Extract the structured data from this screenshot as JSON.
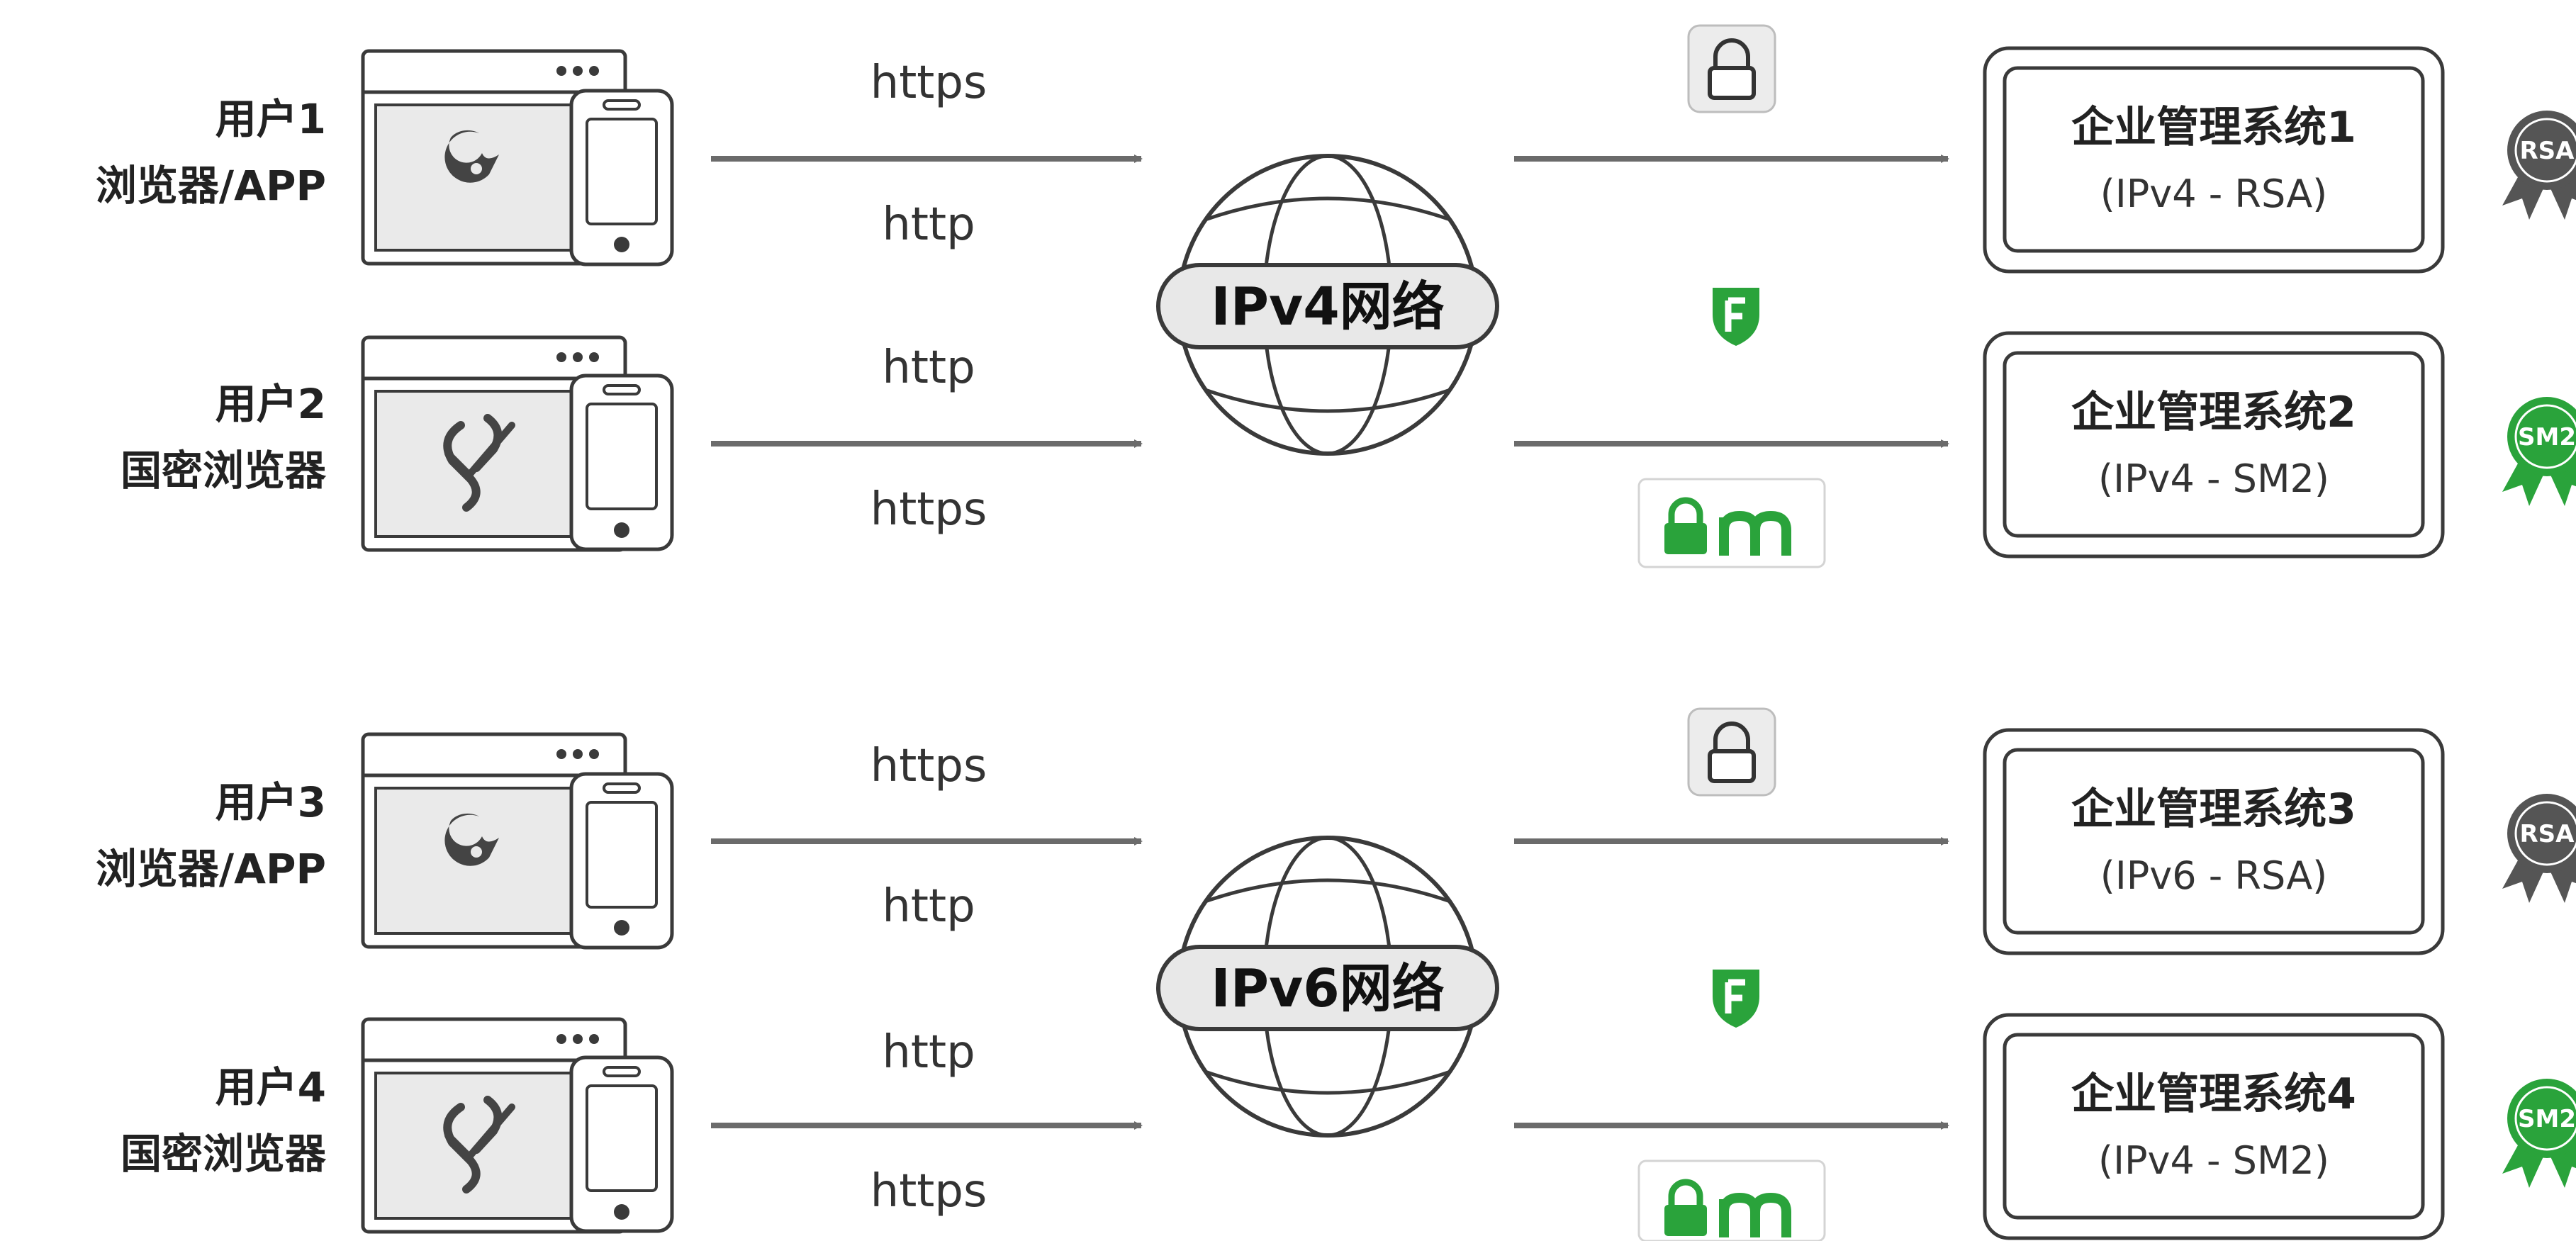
{
  "groups": [
    {
      "network_label": "IPv4网络",
      "rows": [
        {
          "user_name": "用户1",
          "user_client": "浏览器/APP",
          "client_icon": "edge-browser-icon",
          "proto_upper": "https",
          "proto_lower": "http",
          "security_icon": "padlock-icon",
          "system_name": "企业管理系统1",
          "system_detail": "(IPv4 - RSA)",
          "cert_badge": "RSA",
          "cert_color": "#555555"
        },
        {
          "user_name": "用户2",
          "user_client": "国密浏览器",
          "client_icon": "sm-browser-icon",
          "proto_upper": "http",
          "proto_lower": "https",
          "security_icon": "green-lock-m-icon",
          "system_name": "企业管理系统2",
          "system_detail": "(IPv4 - SM2)",
          "cert_badge": "SM2",
          "cert_color": "#2aa33b"
        }
      ],
      "middle_icon": "green-shield-f-icon"
    },
    {
      "network_label": "IPv6网络",
      "rows": [
        {
          "user_name": "用户3",
          "user_client": "浏览器/APP",
          "client_icon": "edge-browser-icon",
          "proto_upper": "https",
          "proto_lower": "http",
          "security_icon": "padlock-icon",
          "system_name": "企业管理系统3",
          "system_detail": "(IPv6 - RSA)",
          "cert_badge": "RSA",
          "cert_color": "#555555"
        },
        {
          "user_name": "用户4",
          "user_client": "国密浏览器",
          "client_icon": "sm-browser-icon",
          "proto_upper": "http",
          "proto_lower": "https",
          "security_icon": "green-lock-m-icon",
          "system_name": "企业管理系统4",
          "system_detail": "(IPv4 - SM2)",
          "cert_badge": "SM2",
          "cert_color": "#2aa33b"
        }
      ],
      "middle_icon": "green-shield-f-icon"
    }
  ],
  "colors": {
    "arrow": "#6b6b6b",
    "outline": "#3a3a3a",
    "green_accent": "#2aa33b",
    "badge_gray": "#555555"
  }
}
